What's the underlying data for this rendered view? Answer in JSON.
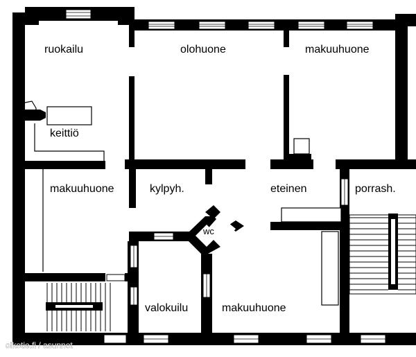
{
  "rooms": {
    "ruokailu": "ruokailu",
    "olohuone": "olohuone",
    "makuuhuone_top": "makuuhuone",
    "keittio": "keittiö",
    "makuuhuone_left": "makuuhuone",
    "kylpyh": "kylpyh.",
    "eteinen": "eteinen",
    "porrash": "porrash.",
    "wc": "wc",
    "valokuilu": "valokuilu",
    "makuuhuone_bottom": "makuuhuone"
  },
  "watermark": "oikotie.fi / asunnot",
  "colors": {
    "wall": "#000000",
    "background": "#ffffff"
  }
}
